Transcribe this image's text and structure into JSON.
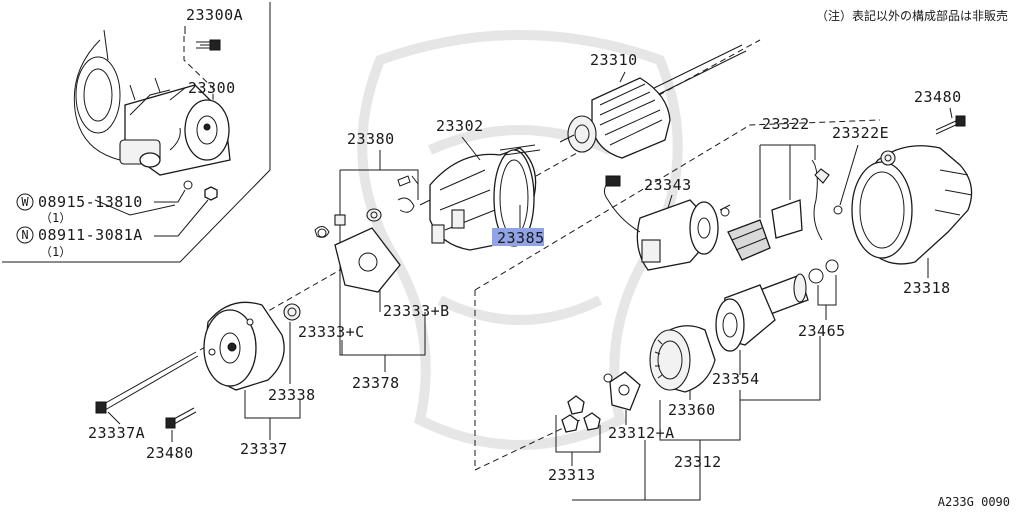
{
  "header_note": "（注）表記以外の構成部品は非販売",
  "diagram_code": "A233G 0090",
  "highlighted_label": "23385",
  "highlight_color": "#8fa3e6",
  "labels": {
    "l23300A": "23300A",
    "l23300": "23300",
    "w_symbol": "W",
    "w_part": "08915-13810",
    "w_qty": "（1）",
    "n_symbol": "N",
    "n_part": "08911-3081A",
    "n_qty": "（1）",
    "l23380": "23380",
    "l23302": "23302",
    "l23310": "23310",
    "l23322": "23322",
    "l23322E": "23322E",
    "l23480a": "23480",
    "l23343": "23343",
    "l23318": "23318",
    "l23333B": "23333+B",
    "l23333C": "23333+C",
    "l23378": "23378",
    "l23338": "23338",
    "l23337A": "23337A",
    "l23480b": "23480",
    "l23337": "23337",
    "l23465": "23465",
    "l23354": "23354",
    "l23360": "23360",
    "l23312A": "23312+A",
    "l23312": "23312",
    "l23313": "23313"
  }
}
